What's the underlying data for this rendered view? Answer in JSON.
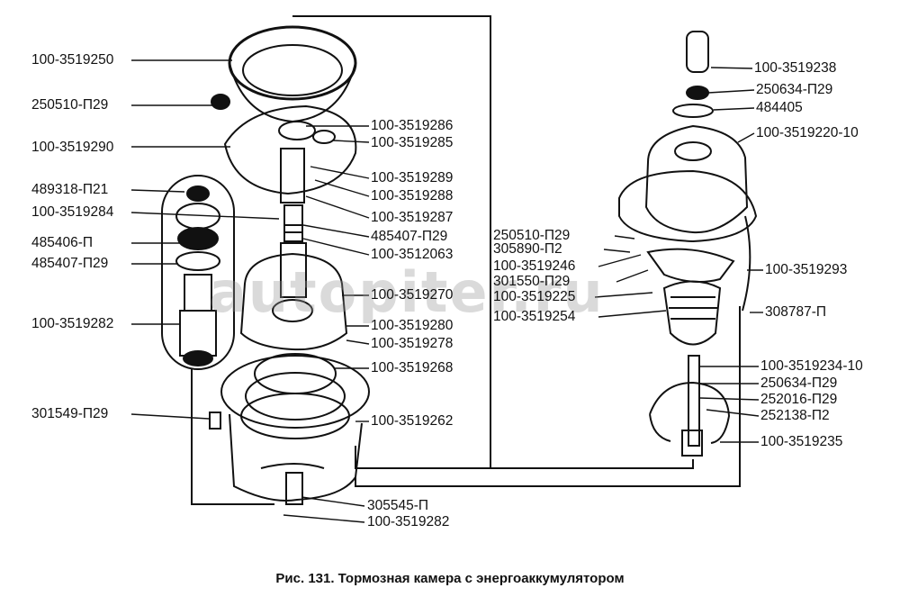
{
  "caption": "Рис. 131. Тормозная камера с энергоаккумулятором",
  "watermark": "autopiter.ru",
  "labels_left": [
    "100-3519250",
    "250510-П29",
    "100-3519290",
    "489318-П21",
    "100-3519284",
    "485406-П",
    "485407-П29",
    "100-3519282",
    "301549-П29"
  ],
  "labels_center": [
    "100-3519286",
    "100-3519285",
    "100-3519289",
    "100-3519288",
    "100-3519287",
    "485407-П29",
    "100-3512063",
    "100-3519270",
    "100-3519280",
    "100-3519278",
    "100-3519268",
    "100-3519262",
    "305545-П",
    "100-3519282"
  ],
  "labels_mid": [
    "250510-П29",
    "305890-П2",
    "100-3519246",
    "301550-П29",
    "100-3519225",
    "100-3519254"
  ],
  "labels_right": [
    "100-3519238",
    "250634-П29",
    "484405",
    "100-3519220-10",
    "100-3519293",
    "308787-П",
    "100-3519234-10",
    "250634-П29",
    "252016-П29",
    "252138-П2",
    "100-3519235"
  ]
}
